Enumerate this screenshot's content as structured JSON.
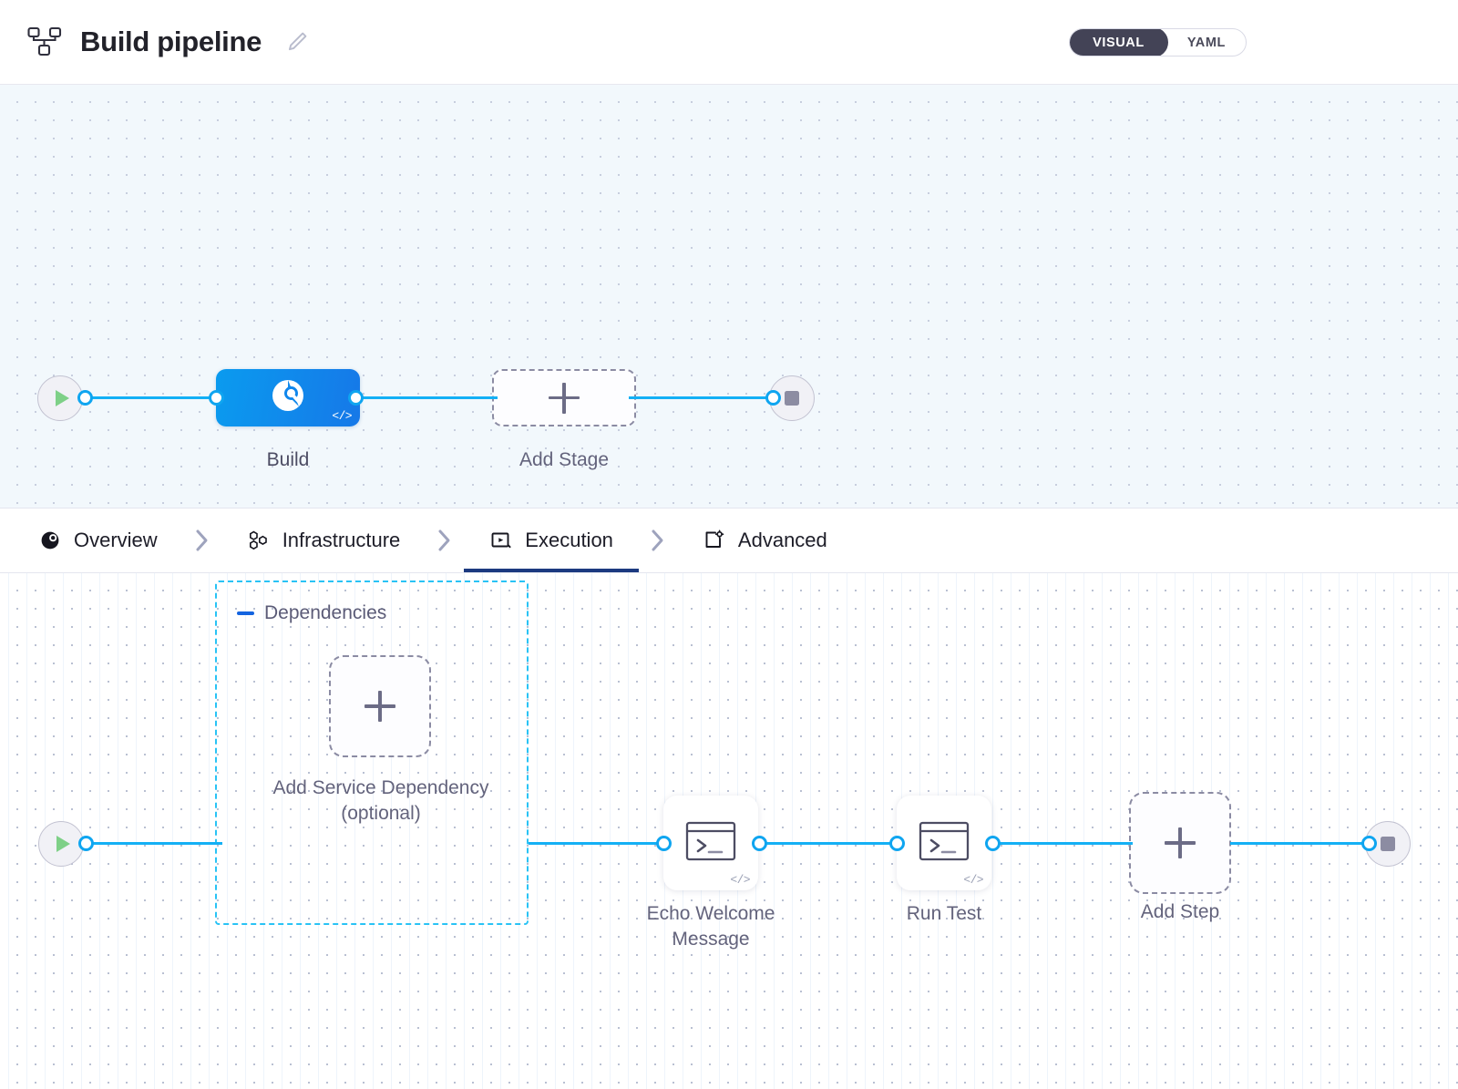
{
  "header": {
    "icon": "pipeline-icon",
    "title": "Build pipeline",
    "edit_icon": "edit-pencil-icon",
    "view_toggle": {
      "options": [
        {
          "label": "VISUAL",
          "active": true
        },
        {
          "label": "YAML",
          "active": false
        }
      ],
      "active_color": "#434356"
    }
  },
  "stage_canvas": {
    "start_node": {
      "name": "pipeline-start",
      "icon": "play-icon"
    },
    "stages": [
      {
        "label": "Build",
        "icon": "stage-icon",
        "badge": "</>",
        "selected": true,
        "color": "#0a9bef"
      }
    ],
    "add_stage": {
      "label": "Add Stage",
      "icon": "plus-icon"
    },
    "end_node": {
      "name": "pipeline-end",
      "icon": "stop-icon"
    }
  },
  "tabs": [
    {
      "label": "Overview",
      "icon": "overview-icon",
      "active": false
    },
    {
      "label": "Infrastructure",
      "icon": "infrastructure-icon",
      "active": false
    },
    {
      "label": "Execution",
      "icon": "execution-icon",
      "active": true
    },
    {
      "label": "Advanced",
      "icon": "advanced-icon",
      "active": false
    }
  ],
  "tab_separator": "chevron-right-icon",
  "execution_canvas": {
    "start_node": {
      "name": "execution-start",
      "icon": "play-icon"
    },
    "dependencies_group": {
      "title": "Dependencies",
      "collapse_icon": "collapse-minus-icon",
      "border_color": "#29c3f5",
      "add_dependency": {
        "label": "Add Service Dependency\n(optional)",
        "icon": "plus-icon"
      }
    },
    "steps": [
      {
        "label": "Echo Welcome\nMessage",
        "icon": "terminal-icon",
        "badge": "</>"
      },
      {
        "label": "Run Test",
        "icon": "terminal-icon",
        "badge": "</>"
      }
    ],
    "add_step": {
      "label": "Add Step",
      "icon": "plus-icon"
    },
    "end_node": {
      "name": "execution-end",
      "icon": "stop-icon"
    }
  },
  "colors": {
    "wire": "#13b0f5",
    "port": "#0fa5f0",
    "accent": "#1c3a80",
    "canvas_top_bg": "#f2f8fc",
    "canvas_bottom_bg": "#ffffff"
  }
}
